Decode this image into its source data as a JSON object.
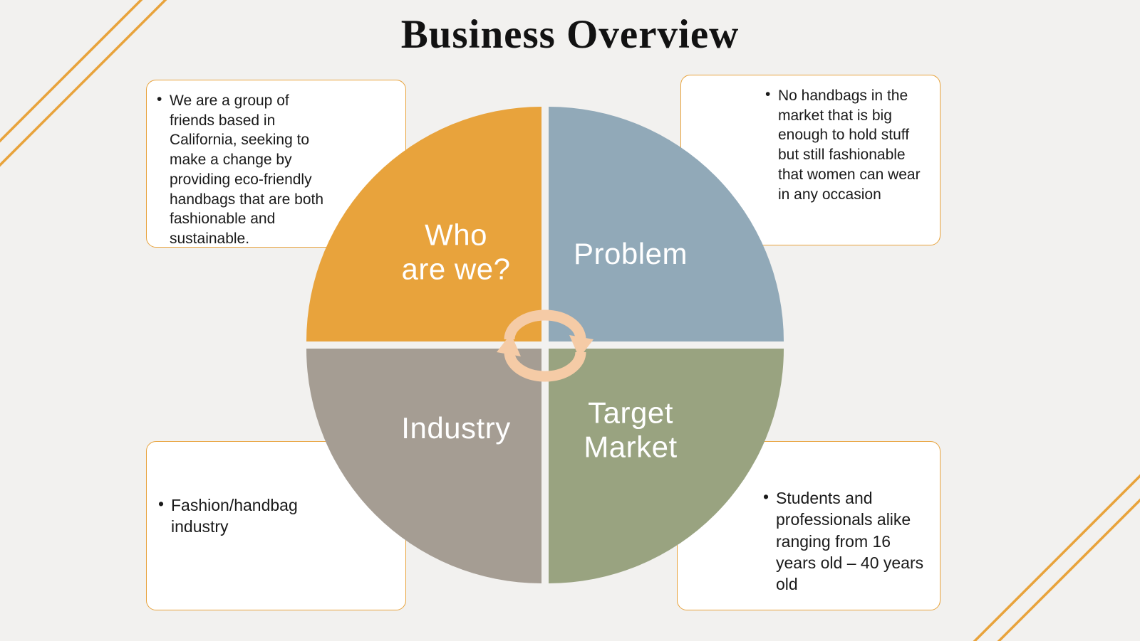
{
  "title": "Business Overview",
  "ui": {
    "bullet": "•"
  },
  "colors": {
    "background": "#F2F1EF",
    "accent_orange": "#E8A33C",
    "box_border": "#E8A33C",
    "title": "#121212",
    "body_text": "#1A1A1A"
  },
  "diagram": {
    "arrow_color": "#F5CBA6",
    "quadrants": [
      {
        "id": "who-are-we",
        "label": "Who\nare we?",
        "color": "#E8A33C"
      },
      {
        "id": "problem",
        "label": "Problem",
        "color": "#91A9B8"
      },
      {
        "id": "industry",
        "label": "Industry",
        "color": "#A59D93"
      },
      {
        "id": "target-market",
        "label": "Target\nMarket",
        "color": "#99A380"
      }
    ]
  },
  "callouts": {
    "who_are_we": {
      "text": "We are a group of friends based in California, seeking to make a change by providing eco-friendly handbags that are both fashionable and sustainable."
    },
    "problem": {
      "text": "No handbags in the market that is big enough to hold stuff but still fashionable that women can wear in any occasion"
    },
    "industry": {
      "text": "Fashion/handbag industry"
    },
    "target_market": {
      "text": "Students and professionals alike ranging from 16 years old – 40 years old"
    }
  }
}
